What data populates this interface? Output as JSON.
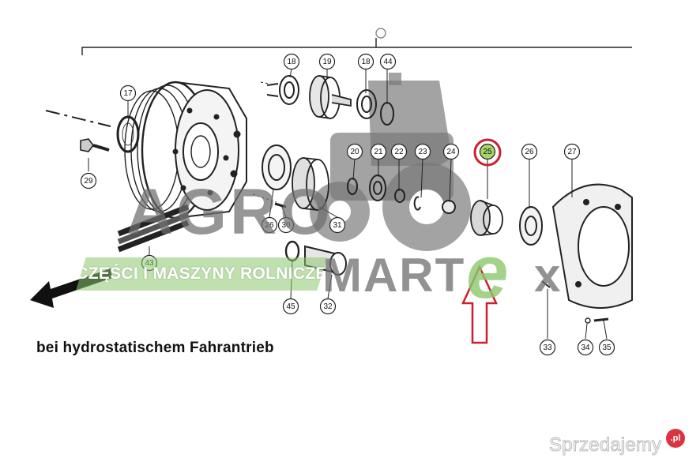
{
  "caption": "bei hydrostatischem Fahrantrieb",
  "banner_text": "CZĘŚCI I MASZYNY ROLNICZE",
  "watermark": {
    "agro": "AGRO",
    "mart": "MART",
    "e": "e",
    "x": "x"
  },
  "site_watermark": {
    "name": "Sprzedajemy",
    "badge": ".pl"
  },
  "highlight": {
    "part": "25",
    "ring_color": "#cc1f2b",
    "fill_color": "#a9d36b",
    "arrow_color": "#cc1f2b"
  },
  "callouts": [
    {
      "id": "c17",
      "label": "17"
    },
    {
      "id": "c18a",
      "label": "18"
    },
    {
      "id": "c19",
      "label": "19"
    },
    {
      "id": "c18b",
      "label": "18"
    },
    {
      "id": "c44",
      "label": "44"
    },
    {
      "id": "c29",
      "label": "29"
    },
    {
      "id": "c20",
      "label": "20"
    },
    {
      "id": "c21",
      "label": "21"
    },
    {
      "id": "c22",
      "label": "22"
    },
    {
      "id": "c23",
      "label": "23"
    },
    {
      "id": "c24",
      "label": "24"
    },
    {
      "id": "c25",
      "label": "25"
    },
    {
      "id": "c26a",
      "label": "26"
    },
    {
      "id": "c27",
      "label": "27"
    },
    {
      "id": "c26b",
      "label": "26"
    },
    {
      "id": "c30",
      "label": "30"
    },
    {
      "id": "c31",
      "label": "31"
    },
    {
      "id": "c43",
      "label": "43"
    },
    {
      "id": "c45",
      "label": "45"
    },
    {
      "id": "c32",
      "label": "32"
    },
    {
      "id": "c33",
      "label": "33"
    },
    {
      "id": "c34",
      "label": "34"
    },
    {
      "id": "c35",
      "label": "35"
    }
  ]
}
